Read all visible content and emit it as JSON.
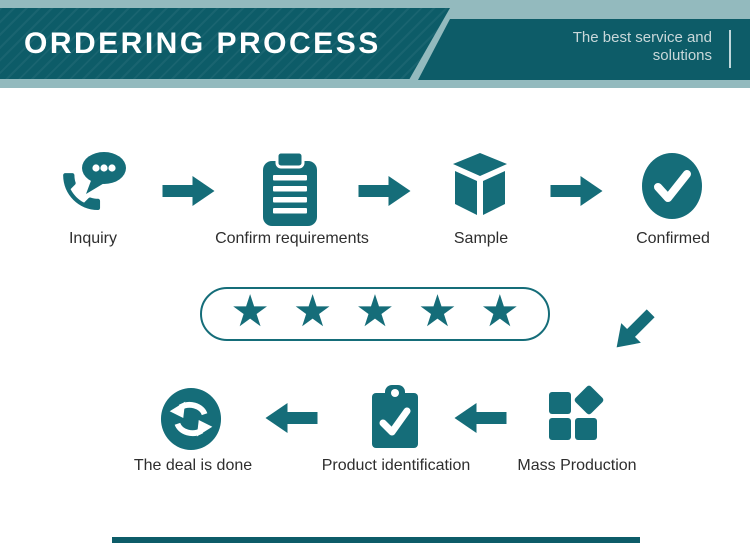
{
  "header": {
    "title": "ORDERING PROCESS",
    "tagline_line1": "The best service and",
    "tagline_line2": "solutions",
    "colors": {
      "dark_teal": "#0d5c68",
      "light_teal": "#93babe",
      "accent_teal": "#156d79",
      "tagline_text": "#c9d8da",
      "label_text": "#2e2e2e"
    }
  },
  "flow": {
    "row1": [
      {
        "label": "Inquiry",
        "icon": "phone-chat-icon"
      },
      {
        "label": "Confirm requirements",
        "icon": "clipboard-list-icon"
      },
      {
        "label": "Sample",
        "icon": "cube-icon"
      },
      {
        "label": "Confirmed",
        "icon": "check-circle-icon"
      }
    ],
    "row2": [
      {
        "label": "Mass Production",
        "icon": "blocks-icon"
      },
      {
        "label": "Product identification",
        "icon": "clipboard-check-icon"
      },
      {
        "label": "The deal is done",
        "icon": "swap-arrows-icon"
      }
    ]
  },
  "rating": {
    "stars_count": 5,
    "star_char": "★"
  }
}
